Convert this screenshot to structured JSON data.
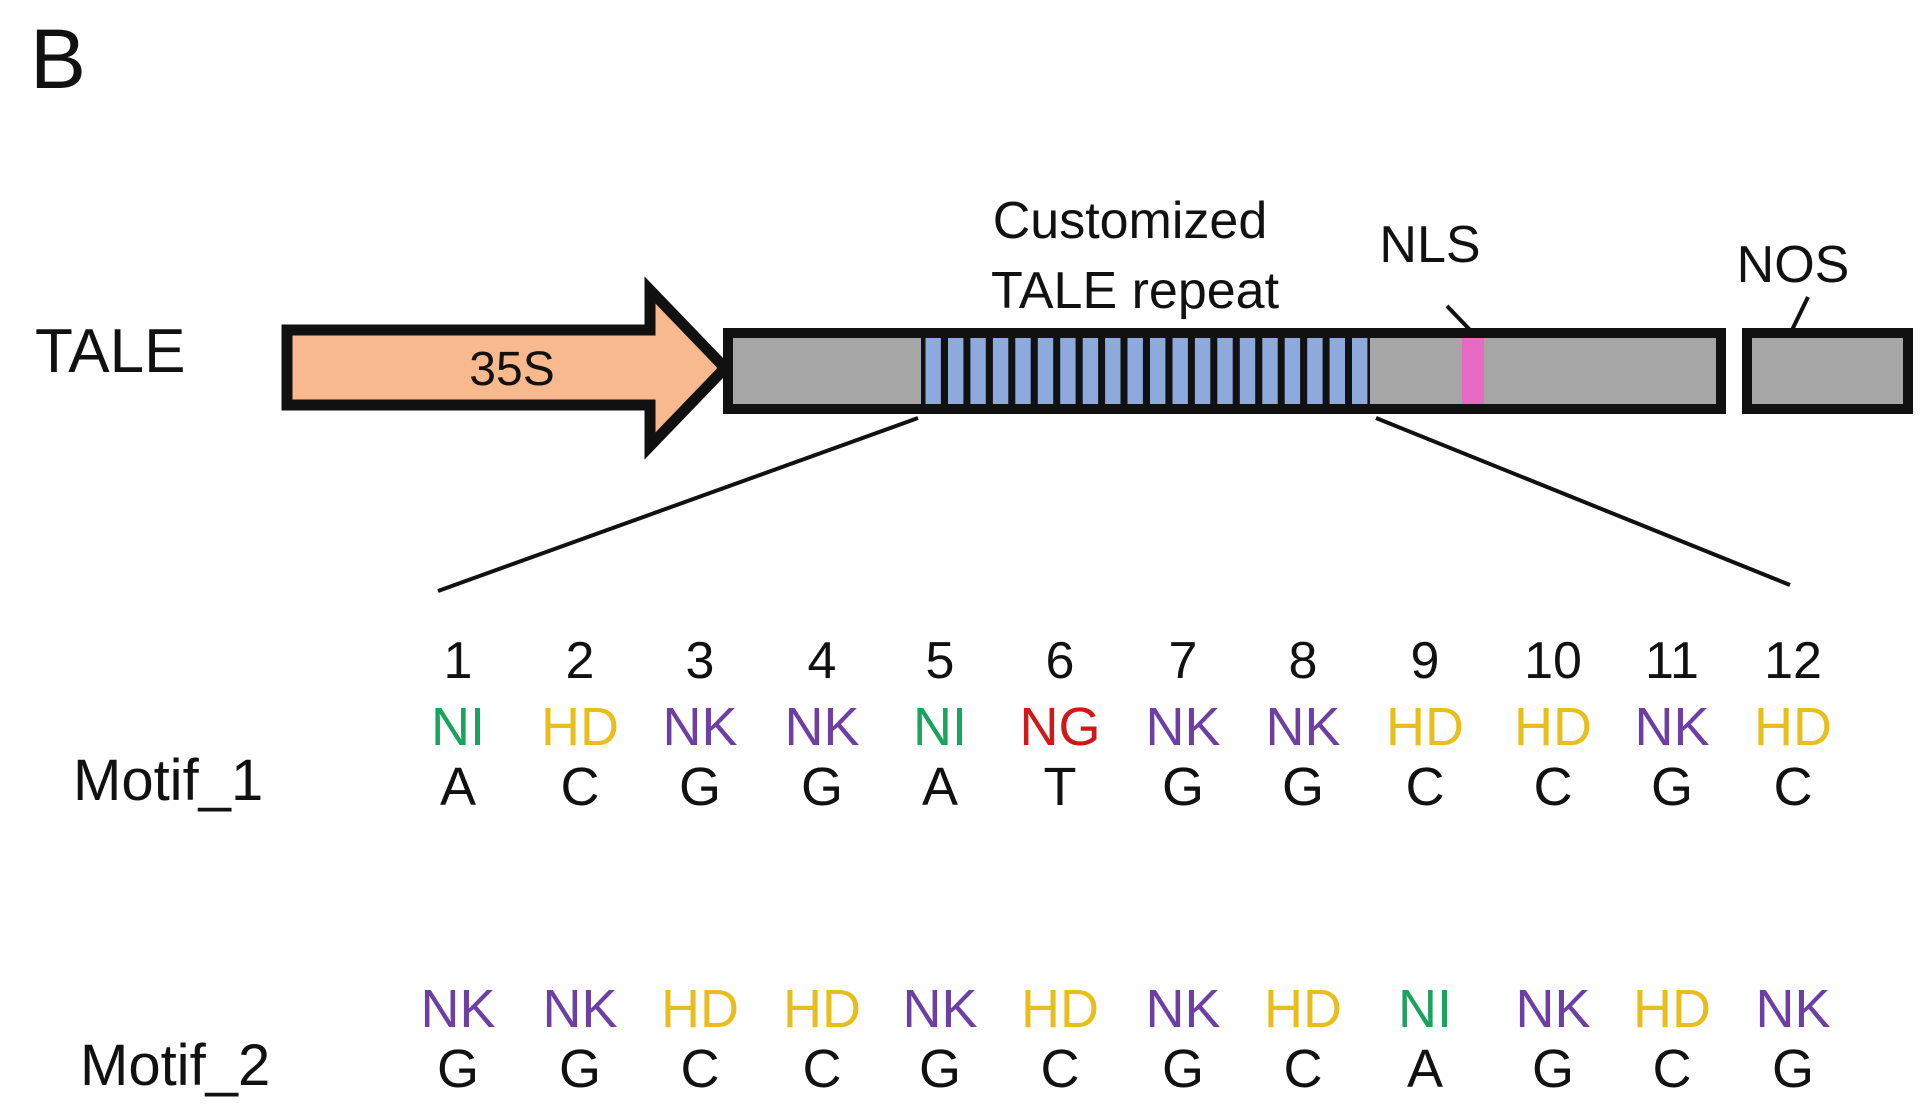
{
  "panel_label": "B",
  "construct": {
    "label": "TALE",
    "promoter_label": "35S",
    "repeat_label_line1": "Customized",
    "repeat_label_line2": "TALE repeat",
    "nls_label": "NLS",
    "terminator_label": "NOS",
    "repeat_stripe_count": 20
  },
  "colors": {
    "promoter": "#F7B98D",
    "body": "#A6A6A6",
    "repeat": "#8EA9DB",
    "nls": "#E76BC2",
    "outline": "#111111",
    "NI": "#1AA35C",
    "HD": "#E8BE1C",
    "NK": "#6E3FA3",
    "NG": "#D01818"
  },
  "positions": [
    "1",
    "2",
    "3",
    "4",
    "5",
    "6",
    "7",
    "8",
    "9",
    "10",
    "11",
    "12"
  ],
  "motifs": [
    {
      "name": "Motif_1",
      "rvd": [
        "NI",
        "HD",
        "NK",
        "NK",
        "NI",
        "NG",
        "NK",
        "NK",
        "HD",
        "HD",
        "NK",
        "HD"
      ],
      "bases": [
        "A",
        "C",
        "G",
        "G",
        "A",
        "T",
        "G",
        "G",
        "C",
        "C",
        "G",
        "C"
      ]
    },
    {
      "name": "Motif_2",
      "rvd": [
        "NK",
        "NK",
        "HD",
        "HD",
        "NK",
        "HD",
        "NK",
        "HD",
        "NI",
        "NK",
        "HD",
        "NK"
      ],
      "bases": [
        "G",
        "G",
        "C",
        "C",
        "G",
        "C",
        "G",
        "C",
        "A",
        "G",
        "C",
        "G"
      ]
    }
  ]
}
